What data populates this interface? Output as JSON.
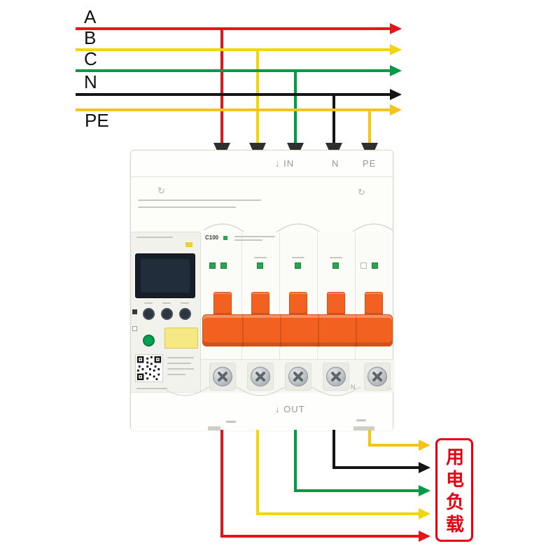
{
  "wires": {
    "A": {
      "label": "A",
      "color": "#e8141c"
    },
    "B": {
      "label": "B",
      "color": "#f0d60e"
    },
    "C": {
      "label": "C",
      "color": "#009a44"
    },
    "N": {
      "label": "N",
      "color": "#151515"
    },
    "PE": {
      "label": "PE",
      "color": "#f5c31a"
    }
  },
  "icons": {
    "down_arrow": "↓",
    "recycle": "↻"
  },
  "device": {
    "in_label": "IN",
    "top_n_label": "N",
    "top_pe_label": "PE",
    "out_label": "OUT",
    "bottom_n_label": "N",
    "breaker_marking": "C100"
  },
  "load": {
    "label": "用电负载",
    "color": "#e60012"
  }
}
